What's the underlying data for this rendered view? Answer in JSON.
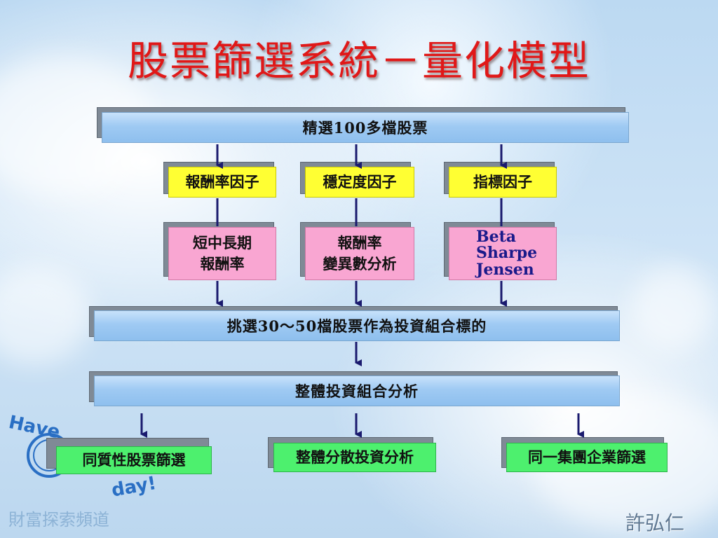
{
  "title": "股票篩選系統－量化模型",
  "top_bar": "精選100多檔股票",
  "factors": [
    "報酬率因子",
    "穩定度因子",
    "指標因子"
  ],
  "details": {
    "left": [
      "短中長期",
      "報酬率"
    ],
    "middle": [
      "報酬率",
      "變異數分析"
    ],
    "right": [
      "Beta",
      "Sharpe",
      "Jensen"
    ]
  },
  "select_bar": "挑選30～50檔股票作為投資組合標的",
  "analysis_bar": "整體投資組合分析",
  "outputs": [
    "同質性股票篩選",
    "整體分散投資分析",
    "同一集團企業篩選"
  ],
  "watermark": [
    "財富探索頻道",
    "許弘仁"
  ],
  "colors": {
    "title": "#e01818",
    "factor": "#ffff33",
    "detail": "#f9a6d2",
    "output": "#4df06e",
    "bar": "#9fcaf3",
    "arrow": "#1a1a6e"
  }
}
